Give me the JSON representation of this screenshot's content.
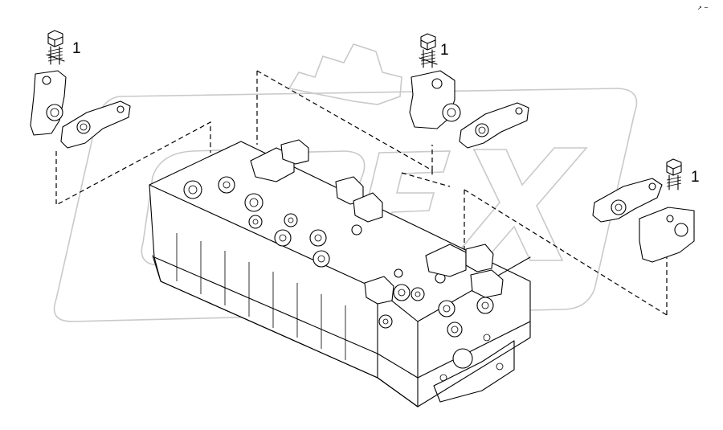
{
  "diagram": {
    "callouts": [
      {
        "id": "bolt-left",
        "label": "1"
      },
      {
        "id": "bolt-middle",
        "label": "1"
      },
      {
        "id": "bolt-right",
        "label": "1"
      }
    ],
    "corner_mark": "↗ ~",
    "colors": {
      "line": "#000000",
      "watermark": "#c9c9c9",
      "background": "#ffffff"
    }
  }
}
